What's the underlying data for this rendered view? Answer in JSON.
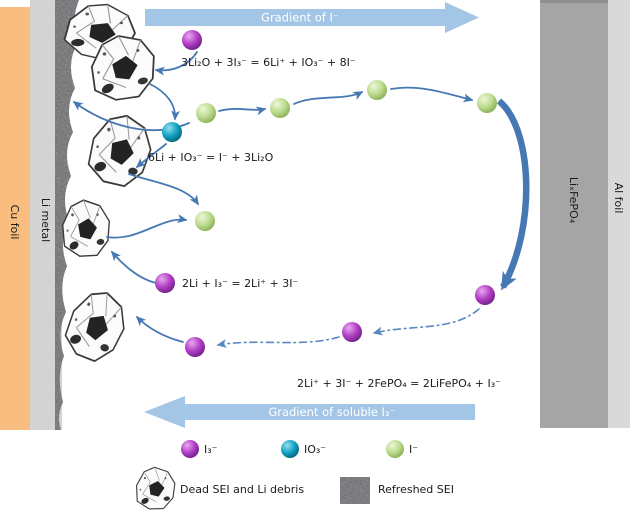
{
  "figure": {
    "gradients": {
      "top_label": "Gradient of I⁻",
      "bottom_label": "Gradient of soluble I₃⁻"
    },
    "layers": {
      "cu_foil": "Cu foil",
      "li_metal": "Li metal",
      "cathode": "LiₓFePO₄",
      "al_foil": "Al foil"
    },
    "equations": {
      "eq1": "3Li₂O + 3I₃⁻ = 6Li⁺ + IO₃⁻ + 8I⁻",
      "eq2": "6Li + IO₃⁻ = I⁻ + 3Li₂O",
      "eq3": "2Li + I₃⁻ = 2Li⁺ + 3I⁻",
      "eq4": "2Li⁺ + 3I⁻ + 2FePO₄ = 2LiFePO₄ + I₃⁻"
    },
    "legend": {
      "triiodide_label": "I₃⁻",
      "iodate_label": "IO₃⁻",
      "iodide_label": "I⁻",
      "dead_sei_label": "Dead SEI and Li debris",
      "refreshed_sei_label": "Refreshed SEI"
    },
    "colors": {
      "cu_foil": "#f9bd80",
      "li_metal": "#d3d3d3",
      "cathode": "#a5a5a5",
      "al_foil": "#d9d9d9",
      "gradient_arrow": "#a3c6e6",
      "flow_arrow": "#4678b4",
      "dash_arrow": "#5b87c0",
      "triiodide_sphere": "#b23fc5",
      "iodate_sphere": "#12a3c4",
      "iodide_sphere": "#bcdc8e"
    }
  }
}
